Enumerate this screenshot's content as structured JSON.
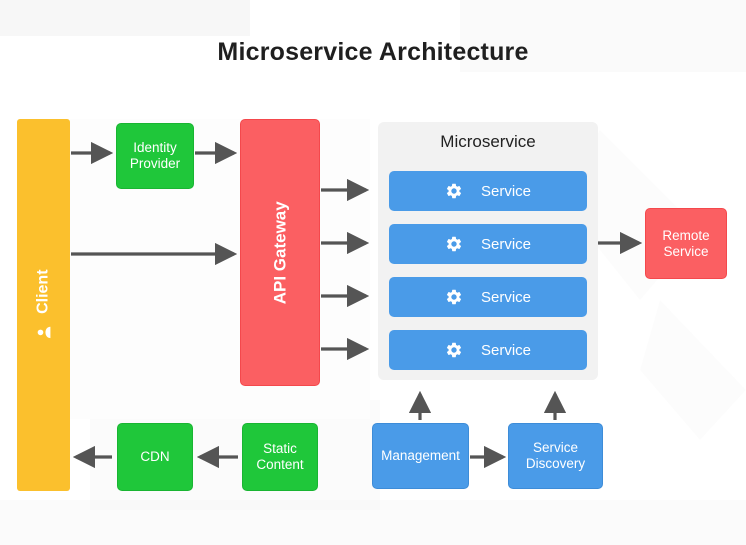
{
  "title": "Microservice Architecture",
  "colors": {
    "background": "#ffffff",
    "yellow": "#FBC02D",
    "green": "#1FC73A",
    "red": "#FB5F62",
    "blue": "#4A9BE8",
    "panel_gray": "#F2F2F2",
    "arrow": "#555555",
    "title_text": "#1f1f1f",
    "node_text": "#ffffff"
  },
  "nodes": {
    "client": {
      "label": "Client",
      "icon": "person-icon",
      "color": "#FBC02D",
      "orientation": "vertical"
    },
    "identity_provider": {
      "label": "Identity Provider",
      "color": "#1FC73A"
    },
    "api_gateway": {
      "label": "API Gateway",
      "color": "#FB5F62",
      "orientation": "vertical"
    },
    "remote_service": {
      "label": "Remote Service",
      "color": "#FB5F62"
    },
    "cdn": {
      "label": "CDN",
      "color": "#1FC73A"
    },
    "static_content": {
      "label": "Static Content",
      "color": "#1FC73A"
    },
    "management": {
      "label": "Management",
      "color": "#4A9BE8"
    },
    "service_discovery": {
      "label": "Service Discovery",
      "color": "#4A9BE8"
    }
  },
  "microservice_panel": {
    "title": "Microservice",
    "background": "#F2F2F2",
    "services": [
      {
        "label": "Service",
        "icon": "gear-icon",
        "color": "#4A9BE8"
      },
      {
        "label": "Service",
        "icon": "gear-icon",
        "color": "#4A9BE8"
      },
      {
        "label": "Service",
        "icon": "gear-icon",
        "color": "#4A9BE8"
      },
      {
        "label": "Service",
        "icon": "gear-icon",
        "color": "#4A9BE8"
      }
    ]
  },
  "connections": [
    {
      "from": "client",
      "to": "identity_provider",
      "direction": "right"
    },
    {
      "from": "identity_provider",
      "to": "api_gateway",
      "direction": "right"
    },
    {
      "from": "client",
      "to": "api_gateway",
      "direction": "right"
    },
    {
      "from": "api_gateway",
      "to": "service_1",
      "direction": "right"
    },
    {
      "from": "api_gateway",
      "to": "service_2",
      "direction": "right"
    },
    {
      "from": "api_gateway",
      "to": "service_3",
      "direction": "right"
    },
    {
      "from": "api_gateway",
      "to": "service_4",
      "direction": "right"
    },
    {
      "from": "service_2",
      "to": "remote_service",
      "direction": "right"
    },
    {
      "from": "cdn",
      "to": "client",
      "direction": "left"
    },
    {
      "from": "static_content",
      "to": "cdn",
      "direction": "left"
    },
    {
      "from": "management",
      "to": "microservice_panel",
      "direction": "up"
    },
    {
      "from": "management",
      "to": "service_discovery",
      "direction": "right"
    },
    {
      "from": "service_discovery",
      "to": "microservice_panel",
      "direction": "up"
    }
  ]
}
